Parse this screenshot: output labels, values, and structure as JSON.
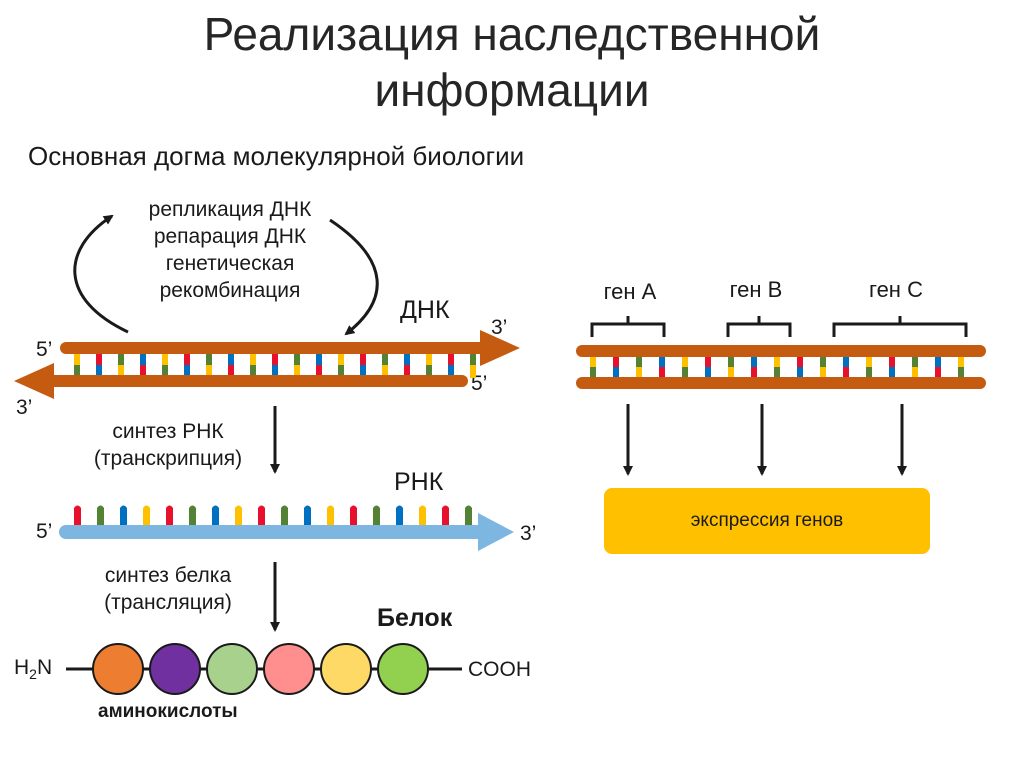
{
  "title_line1": "Реализация наследственной",
  "title_line2": "информации",
  "subtitle": "Основная догма молекулярной биологии",
  "processes": [
    "репликация ДНК",
    "репарация ДНК",
    "генетическая",
    "рекомбинация"
  ],
  "dna_label": "ДНК",
  "rna_label": "РНК",
  "protein_label": "Белок",
  "transcription_line1": "синтез РНК",
  "transcription_line2": "(транскрипция)",
  "translation_line1": "синтез белка",
  "translation_line2": "(трансляция)",
  "ends": {
    "five": "5’",
    "three": "3’"
  },
  "n_terminus_h": "H",
  "n_terminus_sub": "2",
  "n_terminus_n": "N",
  "c_terminus": "COOH",
  "amino_acids_label": "аминокислоты",
  "genes": [
    "ген А",
    "ген В",
    "ген С"
  ],
  "expression_label": "экспрессия генов",
  "colors": {
    "strand": "#c55a11",
    "rna": "#7db6e0",
    "base_yellow": "#ffc000",
    "base_red": "#e8112d",
    "base_green": "#548235",
    "base_blue": "#0070c0",
    "expression_box": "#ffc000"
  },
  "amino_acid_colors": [
    "#ed7d31",
    "#7030a0",
    "#a9d18e",
    "#ff8f8f",
    "#ffd966",
    "#92d050"
  ]
}
